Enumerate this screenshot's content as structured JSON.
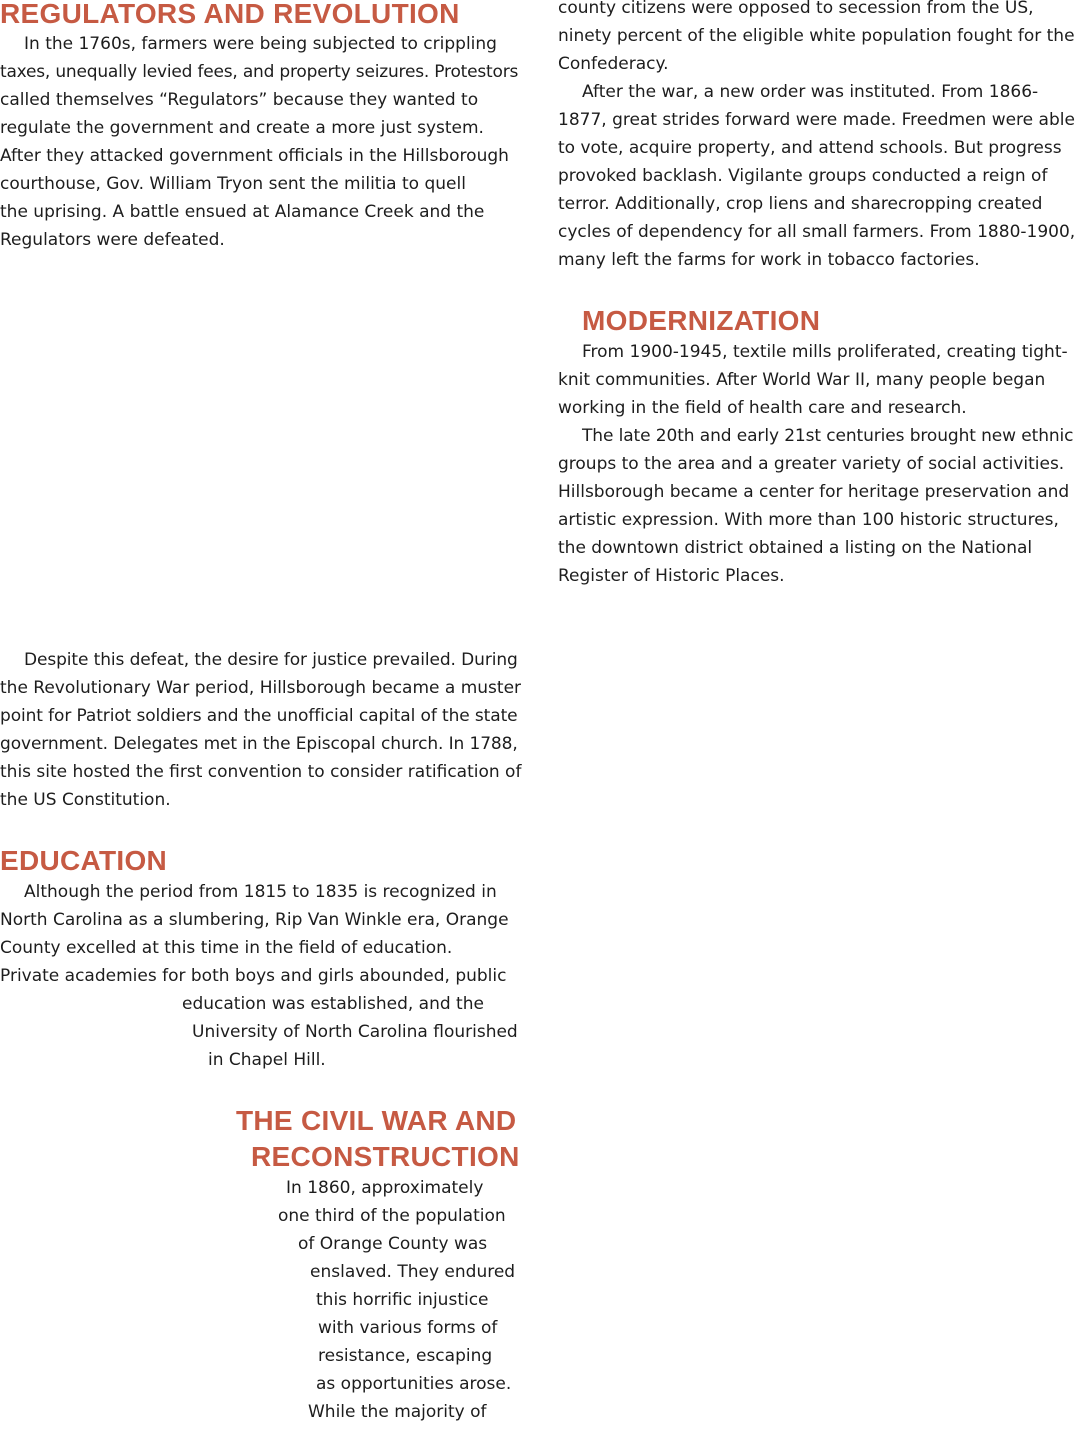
{
  "left_column": {
    "regulators": {
      "heading": "REGULATORS AND REVOLUTION",
      "lines": [
        "In the 1760s, farmers were being subjected to crippling",
        "taxes, unequally levied fees, and property seizures. Protestors",
        "called themselves “Regulators” because they wanted to",
        "regulate the government and create a more just system.",
        "After they attacked government officials in the Hillsborough",
        "courthouse, Gov. William Tryon sent the militia to quell",
        "the uprising. A battle ensued at Alamance Creek and the",
        "Regulators were defeated."
      ]
    },
    "revolution_continued": {
      "lines": [
        "Despite this defeat, the desire for justice prevailed. During",
        "the Revolutionary War period, Hillsborough became a muster",
        "point for Patriot soldiers and the unofficial capital of the state",
        "government. Delegates met in the Episcopal church. In 1788,",
        "this site hosted the first convention to consider ratification of",
        "the US Constitution."
      ]
    },
    "education": {
      "heading": "EDUCATION",
      "lines": [
        "Although the period from 1815 to 1835 is recognized in",
        "North Carolina as a slumbering, Rip Van Winkle era, Orange",
        "County excelled at this time in the field of education.",
        "Private academies for both boys and girls abounded, public",
        "education was established, and the",
        "University of North Carolina flourished",
        "in Chapel Hill."
      ]
    },
    "civil_war": {
      "heading_line1": "THE CIVIL WAR AND",
      "heading_line2": "RECONSTRUCTION",
      "lines": [
        "In 1860, approximately",
        "one third of the population",
        "of Orange County was",
        "enslaved. They endured",
        "this horrific injustice",
        "with various forms of",
        "resistance, escaping",
        "as opportunities arose.",
        "While the majority of"
      ]
    }
  },
  "right_column": {
    "civil_war_continued": {
      "lines": [
        "county citizens were opposed to secession from the US,",
        "ninety percent of the eligible white population fought for the",
        "Confederacy.",
        "After the war, a new order was instituted. From 1866-",
        "1877, great strides forward were made. Freedmen were able",
        "to vote, acquire property, and attend schools. But progress",
        "provoked backlash. Vigilante groups conducted a reign of",
        "terror. Additionally, crop liens and sharecropping created",
        "cycles of dependency for all small farmers. From 1880-1900,",
        "many left the farms for work in tobacco factories."
      ]
    },
    "modernization": {
      "heading": "MODERNIZATION",
      "lines": [
        "From 1900-1945, textile mills proliferated, creating tight-",
        "knit communities. After World War II, many people began",
        "working in the field of health care and research.",
        "The late 20th and early 21st centuries brought new ethnic",
        "groups to the area and a greater variety of social activities.",
        "Hillsborough became a center for heritage preservation and",
        "artistic expression. With more than 100 historic structures,",
        "the downtown district obtained a listing on the National",
        "Register of Historic Places."
      ]
    }
  }
}
